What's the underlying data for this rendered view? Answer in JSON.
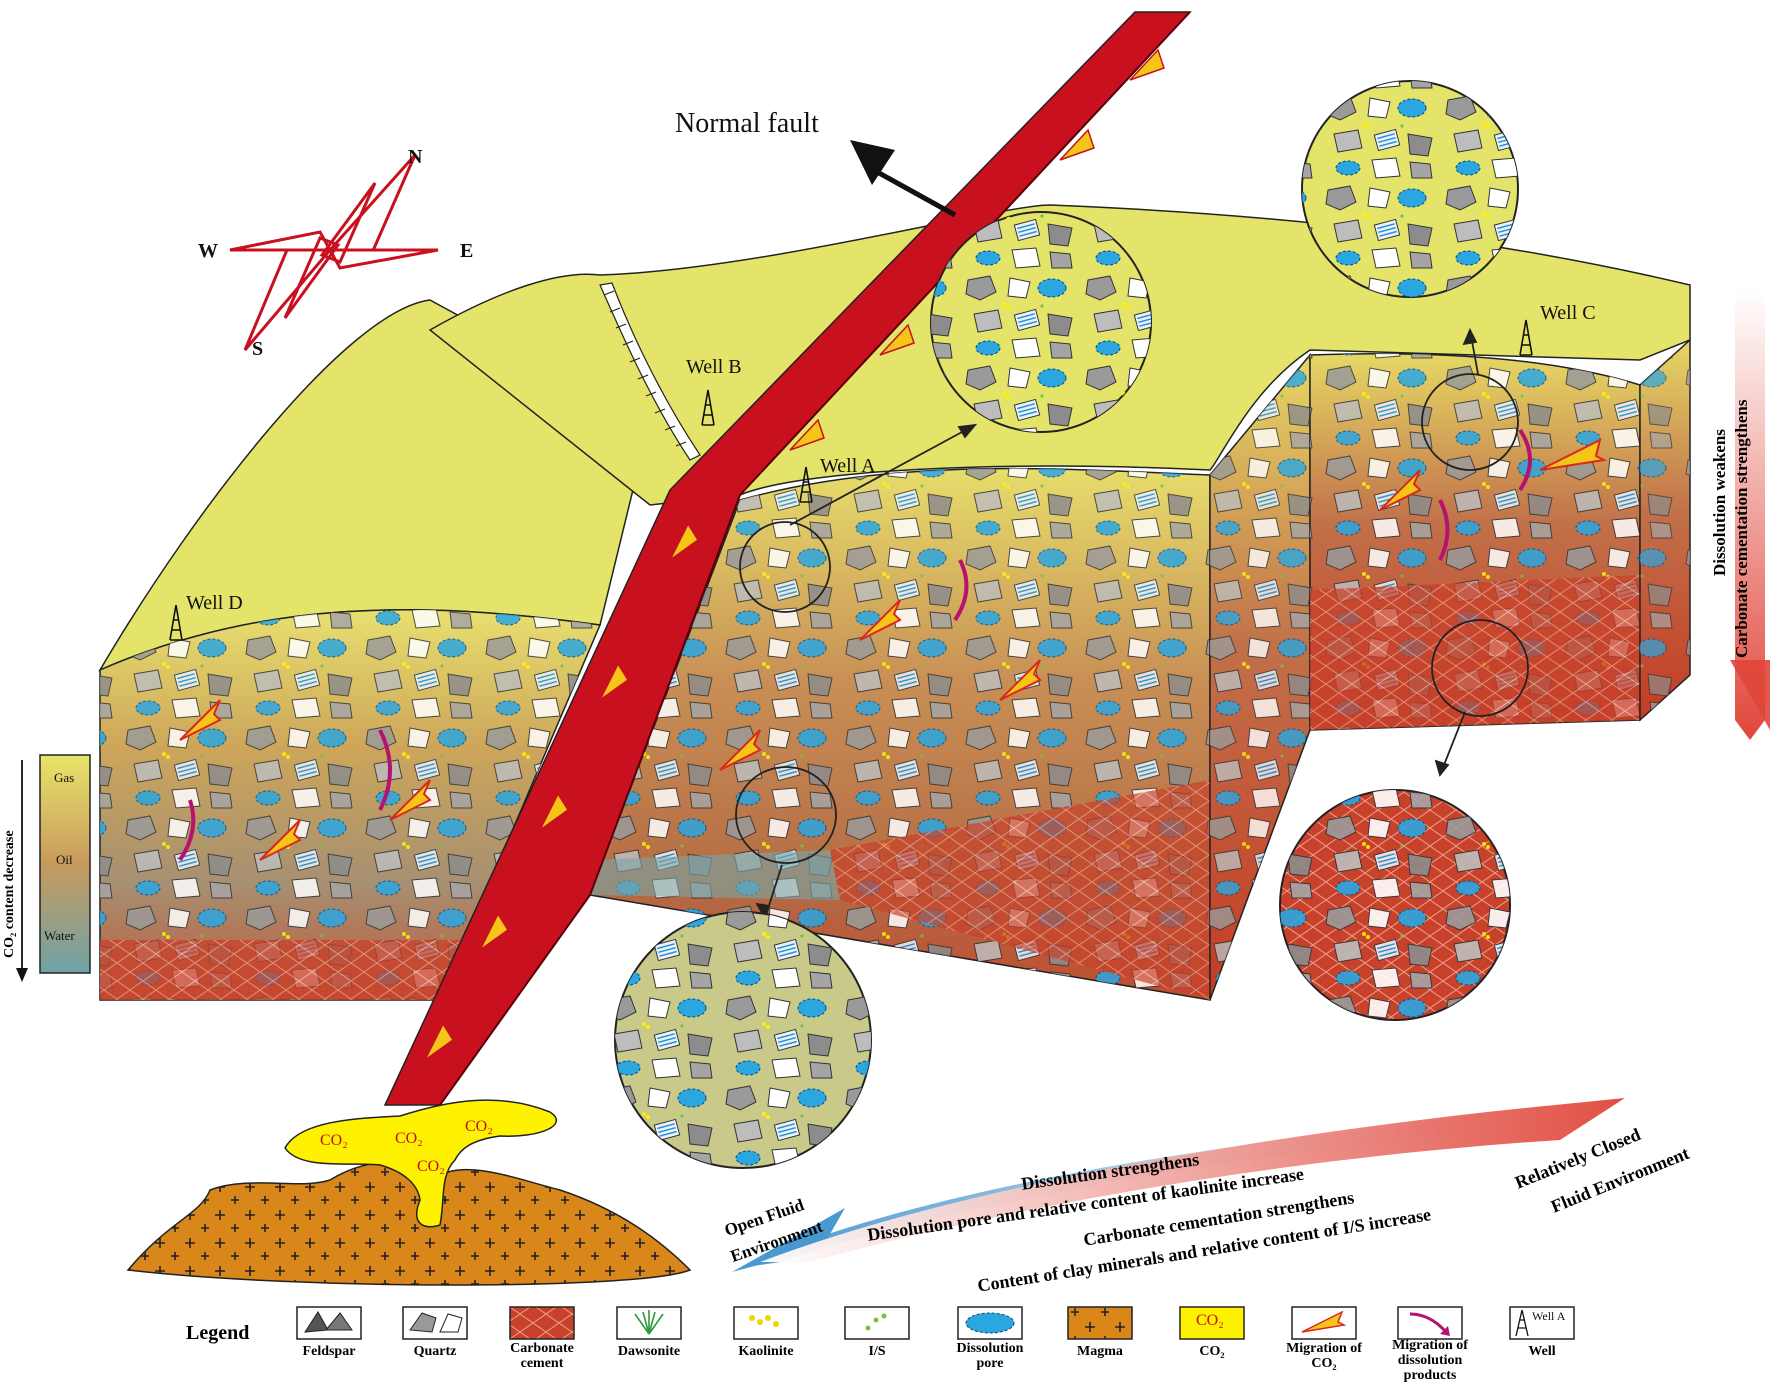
{
  "title": "Normal fault",
  "compass": {
    "north": "N",
    "south": "S",
    "east": "E",
    "west": "W"
  },
  "wells": {
    "a": "Well A",
    "b": "Well B",
    "c": "Well C",
    "d": "Well D"
  },
  "fluid_scale": {
    "axis_label": "CO₂ content decrease",
    "levels": [
      "Gas",
      "Oil",
      "Water"
    ]
  },
  "magma": {
    "co2_labels": [
      "CO₂",
      "CO₂",
      "CO₂",
      "CO₂"
    ]
  },
  "right_trend": {
    "line1": "Dissolution weakens",
    "line2": "Carbonate cementation  strengthens"
  },
  "bottom_trend": {
    "open_env": [
      "Open Fluid",
      "Environment"
    ],
    "closed_env": [
      "Relatively Closed",
      "Fluid Environment"
    ],
    "dissolution_1": "Dissolution strengthens",
    "dissolution_2": "Dissolution pore and relative content of kaolinite increase",
    "cementation_1": "Carbonate cementation strengthens",
    "cementation_2": "Content of  clay minerals and relative content of I/S increase"
  },
  "legend": {
    "title": "Legend",
    "items": [
      {
        "label": "Feldspar"
      },
      {
        "label": "Quartz"
      },
      {
        "label": "Carbonate cement"
      },
      {
        "label": "Dawsonite"
      },
      {
        "label": "Kaolinite"
      },
      {
        "label": "I/S"
      },
      {
        "label": "Dissolution pore"
      },
      {
        "label": "Magma"
      },
      {
        "label": "CO₂",
        "box_text": "CO₂"
      },
      {
        "label": "Migration of CO₂"
      },
      {
        "label": "Migration of dissolution products"
      },
      {
        "label": "Well",
        "box_text": "Well A"
      }
    ]
  },
  "colors": {
    "surface": "#e4e46a",
    "fault": "#c8101e",
    "carbonate": "#c8412a",
    "dissolution_pore": "#2aa6e0",
    "magma": "#d9861a",
    "co2": "#fff200",
    "co2_arrow": "#f5c518",
    "product_arrow": "#b5136f",
    "water": "#7aa6a8"
  }
}
